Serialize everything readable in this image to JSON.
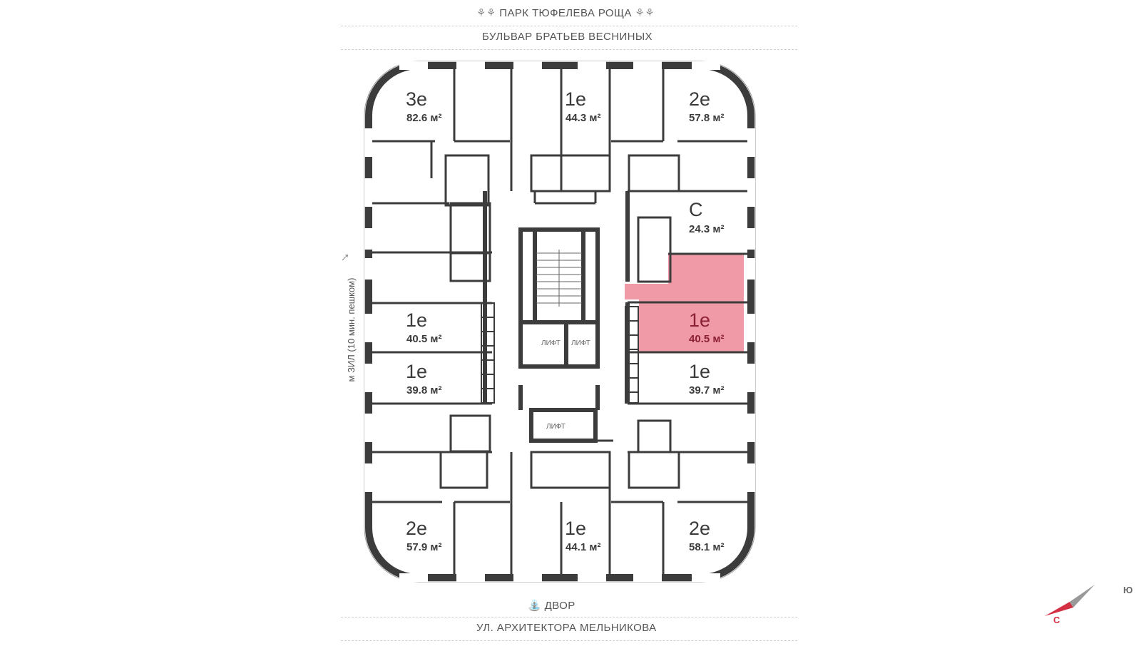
{
  "top": {
    "park": "ПАРК ТЮФЕЛЕВА РОЩА",
    "boulevard": "БУЛЬВАР БРАТЬЕВ ВЕСНИНЫХ"
  },
  "bottom": {
    "yard": "ДВОР",
    "street": "УЛ. АРХИТЕКТОРА МЕЛЬНИКОВА"
  },
  "side": {
    "metro_walk": "м ЗИЛ (10 мин. пешком)"
  },
  "apartments": [
    {
      "type": "3е",
      "area": "82.6 м²"
    },
    {
      "type": "1е",
      "area": "44.3 м²"
    },
    {
      "type": "2е",
      "area": "57.8 м²"
    },
    {
      "type": "С",
      "area": "24.3 м²"
    },
    {
      "type": "1е",
      "area": "40.5 м²"
    },
    {
      "type": "1е",
      "area": "40.5 м²",
      "selected": true
    },
    {
      "type": "1е",
      "area": "39.8 м²"
    },
    {
      "type": "1е",
      "area": "39.7 м²"
    },
    {
      "type": "2е",
      "area": "57.9 м²"
    },
    {
      "type": "1е",
      "area": "44.1 м²"
    },
    {
      "type": "2е",
      "area": "58.1 м²"
    }
  ],
  "lifts": [
    "ЛИФТ",
    "ЛИФТ",
    "ЛИФТ"
  ],
  "compass": {
    "north": "С",
    "south": "Ю"
  },
  "colors": {
    "selected": "#f09aa8",
    "walls": "#3c3c3c",
    "accent": "#d43043"
  },
  "icons": [
    "park-tree-icon",
    "yard-playground-icon",
    "arrow-up-right-icon",
    "compass-icon"
  ]
}
